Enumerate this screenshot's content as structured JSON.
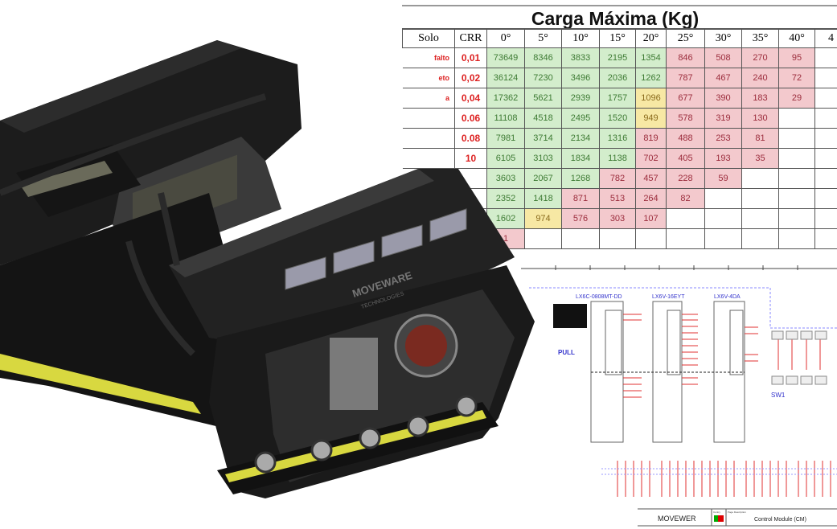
{
  "table": {
    "title": "Carga Máxima (Kg)",
    "headers": [
      "Solo",
      "CRR",
      "0°",
      "5°",
      "10°",
      "15°",
      "20°",
      "25°",
      "30°",
      "35°",
      "40°",
      "4"
    ],
    "rows": [
      {
        "solo": "falto",
        "crr": "0,01",
        "cells": [
          [
            "73649",
            "g"
          ],
          [
            "8346",
            "g"
          ],
          [
            "3833",
            "g"
          ],
          [
            "2195",
            "g"
          ],
          [
            "1354",
            "g"
          ],
          [
            "846",
            "r"
          ],
          [
            "508",
            "r"
          ],
          [
            "270",
            "r"
          ],
          [
            "95",
            "r"
          ],
          [
            "",
            ""
          ]
        ]
      },
      {
        "solo": "eto",
        "crr": "0,02",
        "cells": [
          [
            "36124",
            "g"
          ],
          [
            "7230",
            "g"
          ],
          [
            "3496",
            "g"
          ],
          [
            "2036",
            "g"
          ],
          [
            "1262",
            "g"
          ],
          [
            "787",
            "r"
          ],
          [
            "467",
            "r"
          ],
          [
            "240",
            "r"
          ],
          [
            "72",
            "r"
          ],
          [
            "",
            ""
          ]
        ]
      },
      {
        "solo": "a",
        "crr": "0,04",
        "cells": [
          [
            "17362",
            "g"
          ],
          [
            "5621",
            "g"
          ],
          [
            "2939",
            "g"
          ],
          [
            "1757",
            "g"
          ],
          [
            "1096",
            "y"
          ],
          [
            "677",
            "r"
          ],
          [
            "390",
            "r"
          ],
          [
            "183",
            "r"
          ],
          [
            "29",
            "r"
          ],
          [
            "",
            ""
          ]
        ]
      },
      {
        "solo": "",
        "crr": "0.06",
        "cells": [
          [
            "11108",
            "g"
          ],
          [
            "4518",
            "g"
          ],
          [
            "2495",
            "g"
          ],
          [
            "1520",
            "g"
          ],
          [
            "949",
            "y"
          ],
          [
            "578",
            "r"
          ],
          [
            "319",
            "r"
          ],
          [
            "130",
            "r"
          ],
          [
            "",
            ""
          ],
          [
            "",
            ""
          ]
        ]
      },
      {
        "solo": "",
        "crr": "0.08",
        "cells": [
          [
            "7981",
            "g"
          ],
          [
            "3714",
            "g"
          ],
          [
            "2134",
            "g"
          ],
          [
            "1316",
            "g"
          ],
          [
            "819",
            "r"
          ],
          [
            "488",
            "r"
          ],
          [
            "253",
            "r"
          ],
          [
            "81",
            "r"
          ],
          [
            "",
            ""
          ],
          [
            "",
            ""
          ]
        ]
      },
      {
        "solo": "",
        "crr": "10",
        "cells": [
          [
            "6105",
            "g"
          ],
          [
            "3103",
            "g"
          ],
          [
            "1834",
            "g"
          ],
          [
            "1138",
            "g"
          ],
          [
            "702",
            "r"
          ],
          [
            "405",
            "r"
          ],
          [
            "193",
            "r"
          ],
          [
            "35",
            "r"
          ],
          [
            "",
            ""
          ],
          [
            "",
            ""
          ]
        ]
      },
      {
        "solo": "",
        "crr": "",
        "cells": [
          [
            "3603",
            "g"
          ],
          [
            "2067",
            "g"
          ],
          [
            "1268",
            "g"
          ],
          [
            "782",
            "r"
          ],
          [
            "457",
            "r"
          ],
          [
            "228",
            "r"
          ],
          [
            "59",
            "r"
          ],
          [
            "",
            ""
          ],
          [
            "",
            ""
          ],
          [
            "",
            ""
          ]
        ]
      },
      {
        "solo": "",
        "crr": "",
        "cells": [
          [
            "2352",
            "g"
          ],
          [
            "1418",
            "g"
          ],
          [
            "871",
            "r"
          ],
          [
            "513",
            "r"
          ],
          [
            "264",
            "r"
          ],
          [
            "82",
            "r"
          ],
          [
            "",
            ""
          ],
          [
            "",
            ""
          ],
          [
            "",
            ""
          ],
          [
            "",
            ""
          ]
        ]
      },
      {
        "solo": "",
        "crr": "",
        "cells": [
          [
            "1602",
            "g"
          ],
          [
            "974",
            "y"
          ],
          [
            "576",
            "r"
          ],
          [
            "303",
            "r"
          ],
          [
            "107",
            "r"
          ],
          [
            "",
            ""
          ],
          [
            "",
            ""
          ],
          [
            "",
            ""
          ],
          [
            "",
            ""
          ],
          [
            "",
            ""
          ]
        ]
      },
      {
        "solo": "",
        "crr": "",
        "cells": [
          [
            "1",
            "r"
          ],
          [
            "",
            ""
          ],
          [
            "",
            ""
          ],
          [
            "",
            ""
          ],
          [
            "",
            ""
          ],
          [
            "",
            ""
          ],
          [
            "",
            ""
          ],
          [
            "",
            ""
          ],
          [
            "",
            ""
          ],
          [
            "",
            ""
          ]
        ]
      }
    ]
  },
  "robot": {
    "brand_text": "MOVEWARE",
    "sub_text": "TECHNOLOGIES"
  },
  "schematic": {
    "modules": [
      "LX6C-0808MT-DD",
      "LX6V-16EYT",
      "LX6V-4DA"
    ],
    "pull_label": "PULL",
    "switch_label": "SW1",
    "company": "MOVEWER",
    "country_label": "Contry",
    "page_desc_label": "Page Description",
    "page_desc": "Control Module (CM)"
  },
  "colors": {
    "green": "#d3edcc",
    "yellow": "#f7e8a4",
    "red": "#f3c9cd",
    "crr": "#dd2222",
    "wire": "#e03030",
    "schematic_blue": "#3030e0"
  }
}
